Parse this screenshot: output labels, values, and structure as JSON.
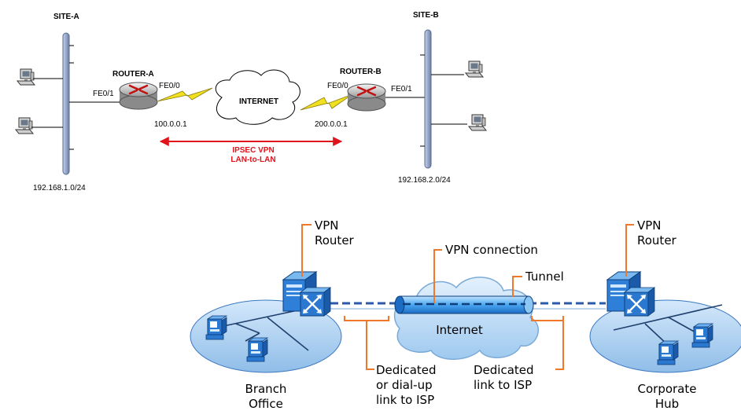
{
  "top": {
    "site_a": "SITE-A",
    "site_b": "SITE-B",
    "router_a": "ROUTER-A",
    "router_b": "ROUTER-B",
    "internet": "INTERNET",
    "router_a_lan_port": "FE0/1",
    "router_a_wan_port": "FE0/0",
    "router_b_wan_port": "FE0/0",
    "router_b_lan_port": "FE0/1",
    "router_a_ip": "100.0.0.1",
    "router_b_ip": "200.0.0.1",
    "vpn_line1": "IPSEC VPN",
    "vpn_line2": "LAN-to-LAN",
    "subnet_a": "192.168.1.0/24",
    "subnet_b": "192.168.2.0/24"
  },
  "bottom": {
    "left_router_line1": "VPN",
    "left_router_line2": "Router",
    "right_router_line1": "VPN",
    "right_router_line2": "Router",
    "vpn_connection": "VPN connection",
    "tunnel": "Tunnel",
    "internet": "Internet",
    "left_link_line1": "Dedicated",
    "left_link_line2": "or dial-up",
    "left_link_line3": "link to ISP",
    "right_link_line1": "Dedicated",
    "right_link_line2": "link to ISP",
    "branch_line1": "Branch",
    "branch_line2": "Office",
    "hub_line1": "Corporate",
    "hub_line2": "Hub"
  },
  "colors": {
    "callout": "#f07828",
    "vpn_arrow": "#e0141c",
    "lightning": "#f0e020",
    "bus": "#8a9cc4",
    "lan_fill": "#a8cdf0",
    "cloud_fill": "#b8d8f4",
    "tunnel": "#3a8ee0",
    "router_fill": "#3a86d8"
  }
}
